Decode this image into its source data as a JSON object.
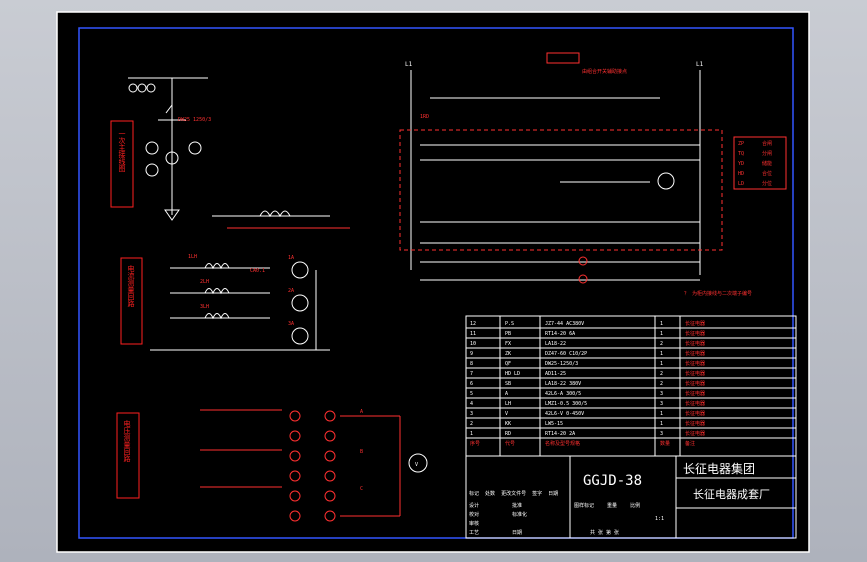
{
  "drawing_no": "GGJD-38",
  "company_group": "长征电器集团",
  "company_factory": "长征电器成套厂",
  "bus_labels": {
    "left": "L1",
    "right": "L1"
  },
  "circuit_breaker_spec": "DW25 1250/3",
  "legend_note": "？ 为柜内接线与二次端子编号",
  "aux_note": "由组合开关辅助接点",
  "fuse_label": "1RD",
  "panel_labels": {
    "primary": "一次主接线图",
    "metering": "电流测量回路",
    "voltage": "电压测量回路"
  },
  "side_legend": [
    {
      "code": "ZP",
      "desc": "合闸"
    },
    {
      "code": "TQ",
      "desc": "分闸"
    },
    {
      "code": "YD",
      "desc": "储能"
    },
    {
      "code": "HD",
      "desc": "合位"
    },
    {
      "code": "LD",
      "desc": "分位"
    }
  ],
  "ct_labels": [
    "1LH",
    "2LH",
    "3LH"
  ],
  "ammeter_labels": [
    "1A",
    "2A",
    "3A"
  ],
  "ct_ratio": "CA0.1",
  "voltage_labels": [
    "A",
    "B",
    "C"
  ],
  "voltmeter_label": "V",
  "bom_rows": [
    [
      "12",
      "P.S",
      "JZ7-44 AC380V",
      "1",
      "长征电器"
    ],
    [
      "11",
      "PB",
      "RT14-20 6A",
      "1",
      "长征电器"
    ],
    [
      "10",
      "FX",
      "LA18-22",
      "2",
      "长征电器"
    ],
    [
      "9",
      "ZK",
      "DZ47-60 C10/2P",
      "1",
      "长征电器"
    ],
    [
      "8",
      "QF",
      "DW25-1250/3",
      "1",
      "长征电器"
    ],
    [
      "7",
      "HD LD",
      "AD11-25",
      "2",
      "长征电器"
    ],
    [
      "6",
      "SB",
      "LA18-22 380V",
      "2",
      "长征电器"
    ],
    [
      "5",
      "A",
      "42L6-A 300/5",
      "3",
      "长征电器"
    ],
    [
      "4",
      "LH",
      "LMZ1-0.5 300/5",
      "3",
      "长征电器"
    ],
    [
      "3",
      "V",
      "42L6-V 0-450V",
      "1",
      "长征电器"
    ],
    [
      "2",
      "KK",
      "LW5-15",
      "1",
      "长征电器"
    ],
    [
      "1",
      "RD",
      "RT14-20 2A",
      "3",
      "长征电器"
    ]
  ],
  "bom_header": [
    "序号",
    "代号",
    "名称及型号规格",
    "数量",
    "备注"
  ],
  "title_block": {
    "row1": [
      "标记",
      "处数",
      "更改文件号",
      "签字",
      "日期"
    ],
    "design": "设计",
    "check": "校对",
    "review": "审核",
    "process": "工艺",
    "approve": "批准",
    "standard": "标准化",
    "date": "日期",
    "sheet_info": [
      "图样标记",
      "重量",
      "比例"
    ],
    "scale": "1:1",
    "sheets": "共  张   第  张"
  }
}
